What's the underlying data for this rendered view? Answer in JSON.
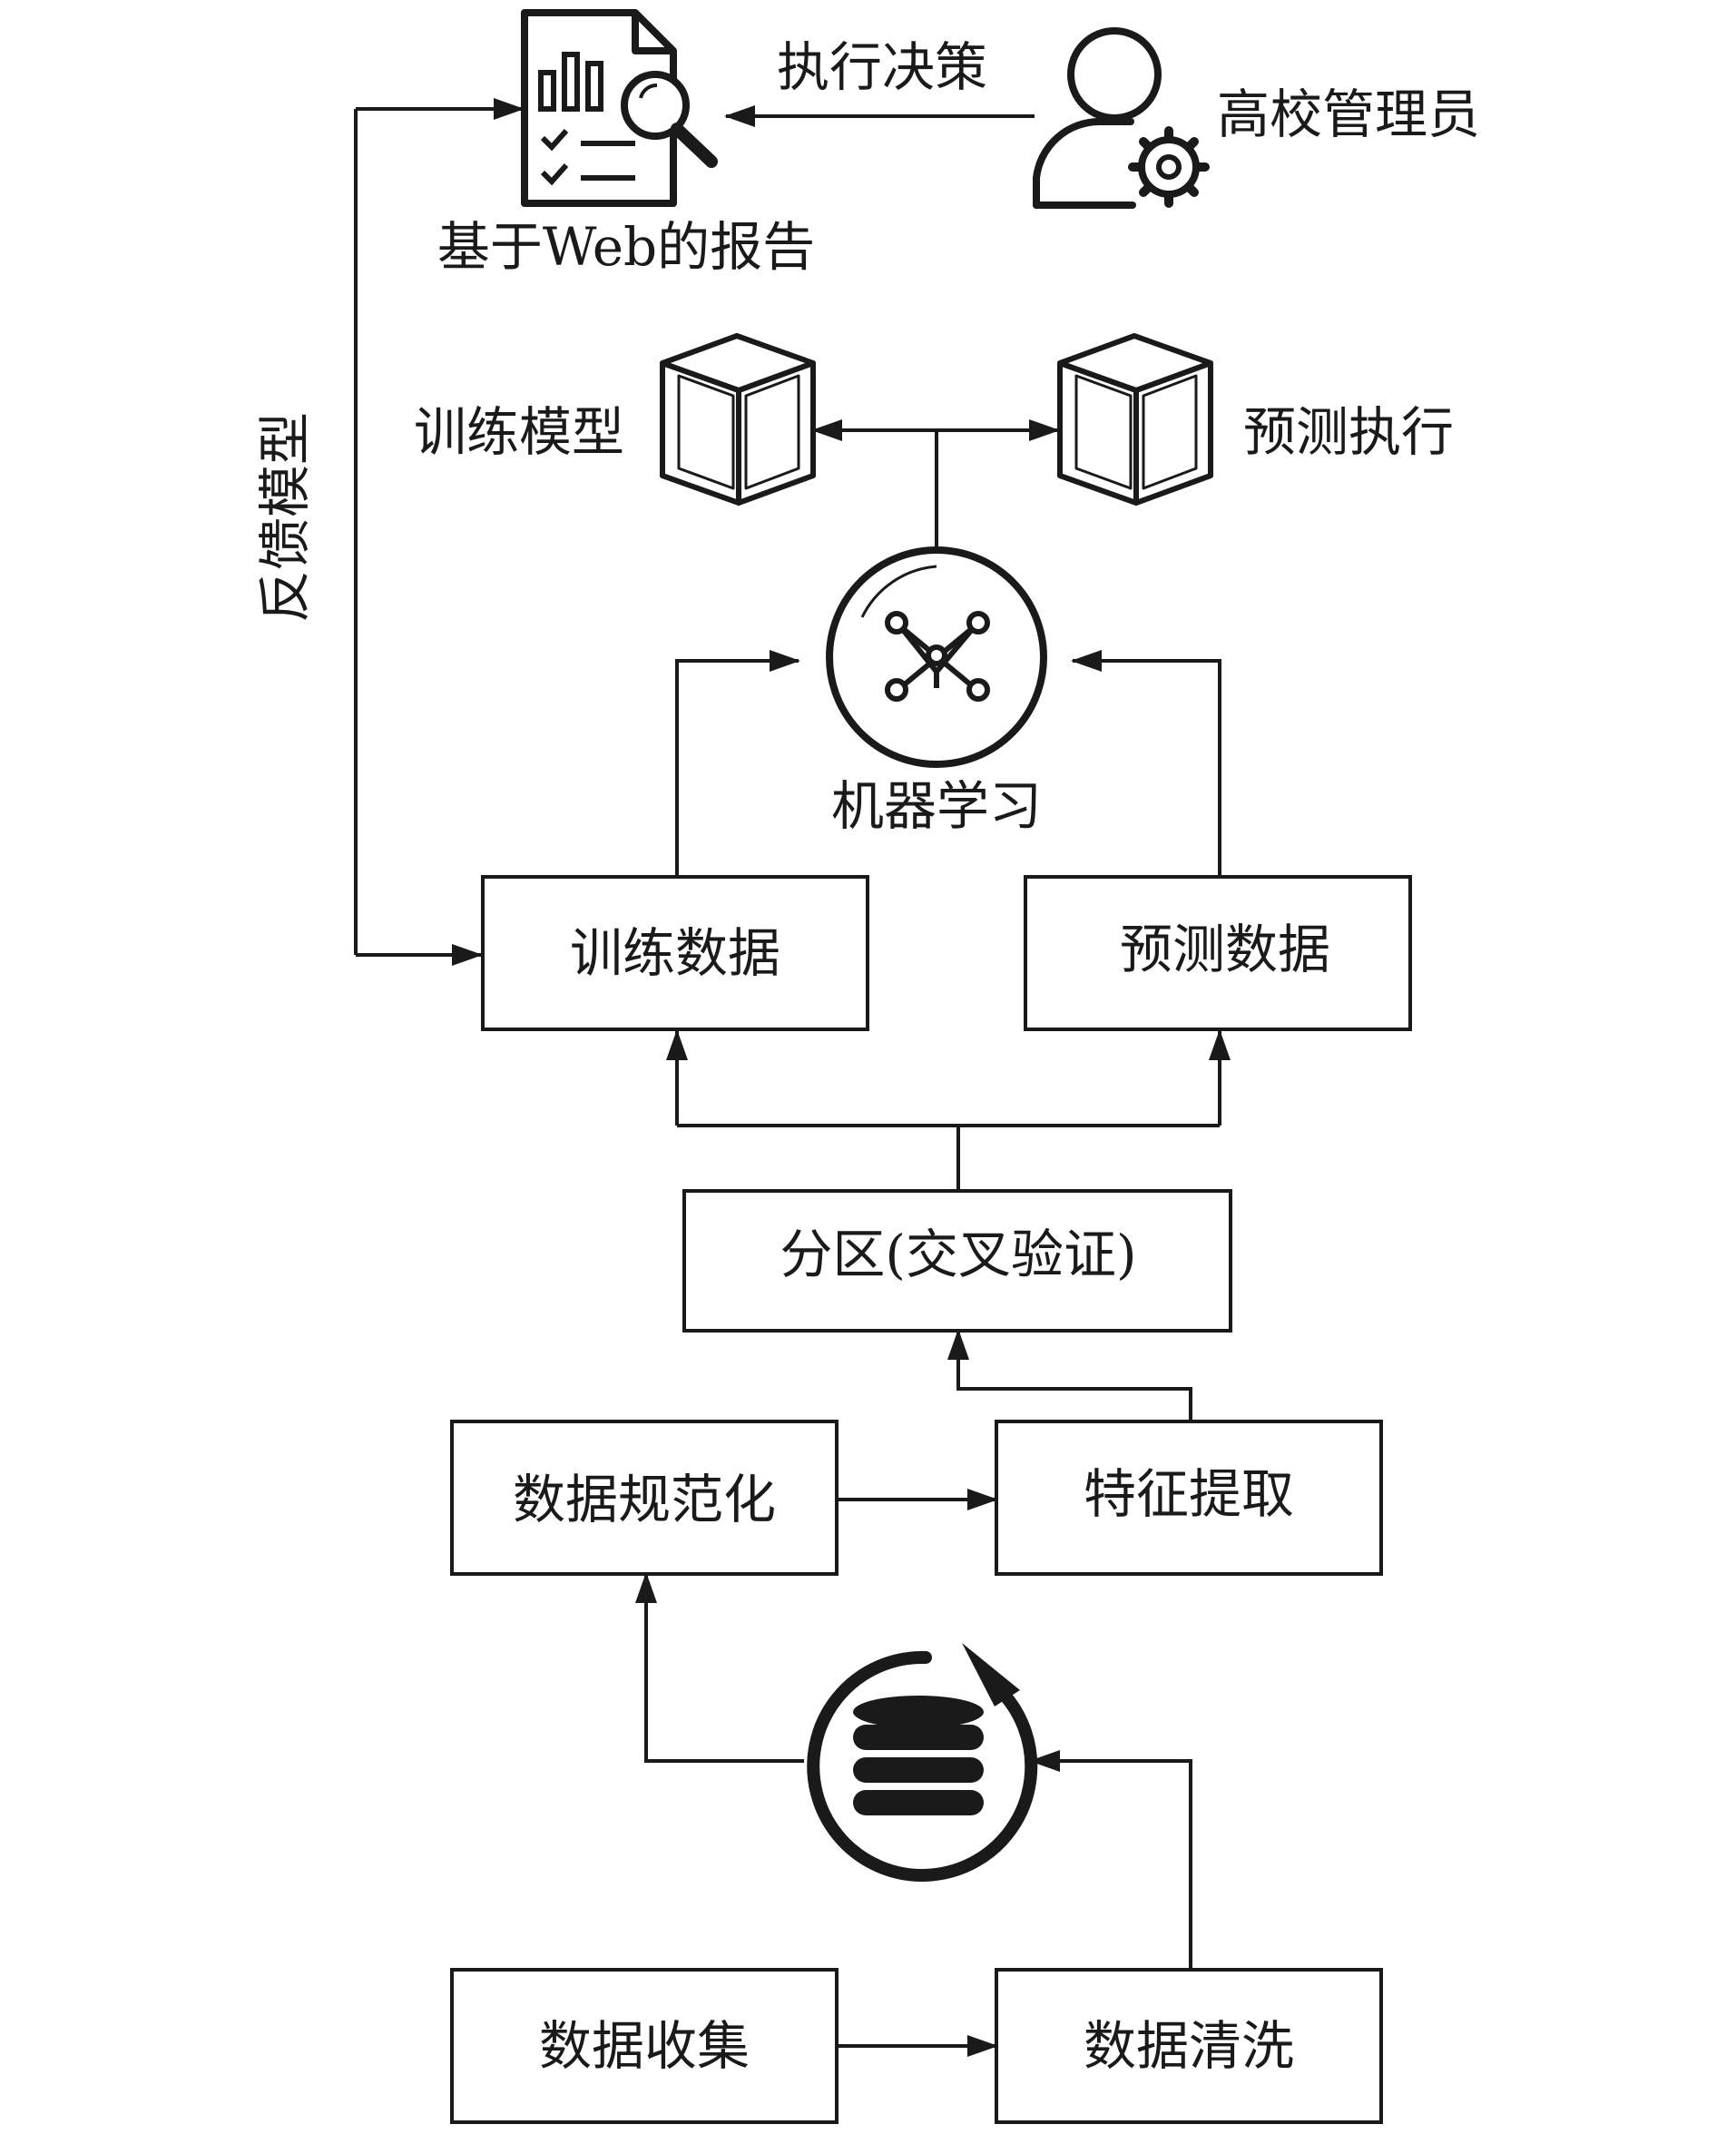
{
  "report": {
    "label": "基于Web的报告",
    "icon": "report-analysis-icon"
  },
  "admin": {
    "label": "高校管理员",
    "icon": "user-gear-icon"
  },
  "edge_execute_decision": "执行决策",
  "edge_feedback_model": "反馈模型",
  "train_model": {
    "label": "训练模型",
    "icon": "cube-icon"
  },
  "predict_exec": {
    "label": "预测执行",
    "icon": "cube-icon"
  },
  "ml": {
    "label": "机器学习",
    "icon": "neural-network-icon"
  },
  "train_data": {
    "label": "训练数据"
  },
  "predict_data": {
    "label": "预测数据"
  },
  "partition": {
    "label": "分区(交叉验证)"
  },
  "normalize": {
    "label": "数据规范化"
  },
  "feature": {
    "label": "特征提取"
  },
  "database": {
    "icon": "database-sync-icon"
  },
  "collect": {
    "label": "数据收集"
  },
  "clean": {
    "label": "数据清洗"
  }
}
